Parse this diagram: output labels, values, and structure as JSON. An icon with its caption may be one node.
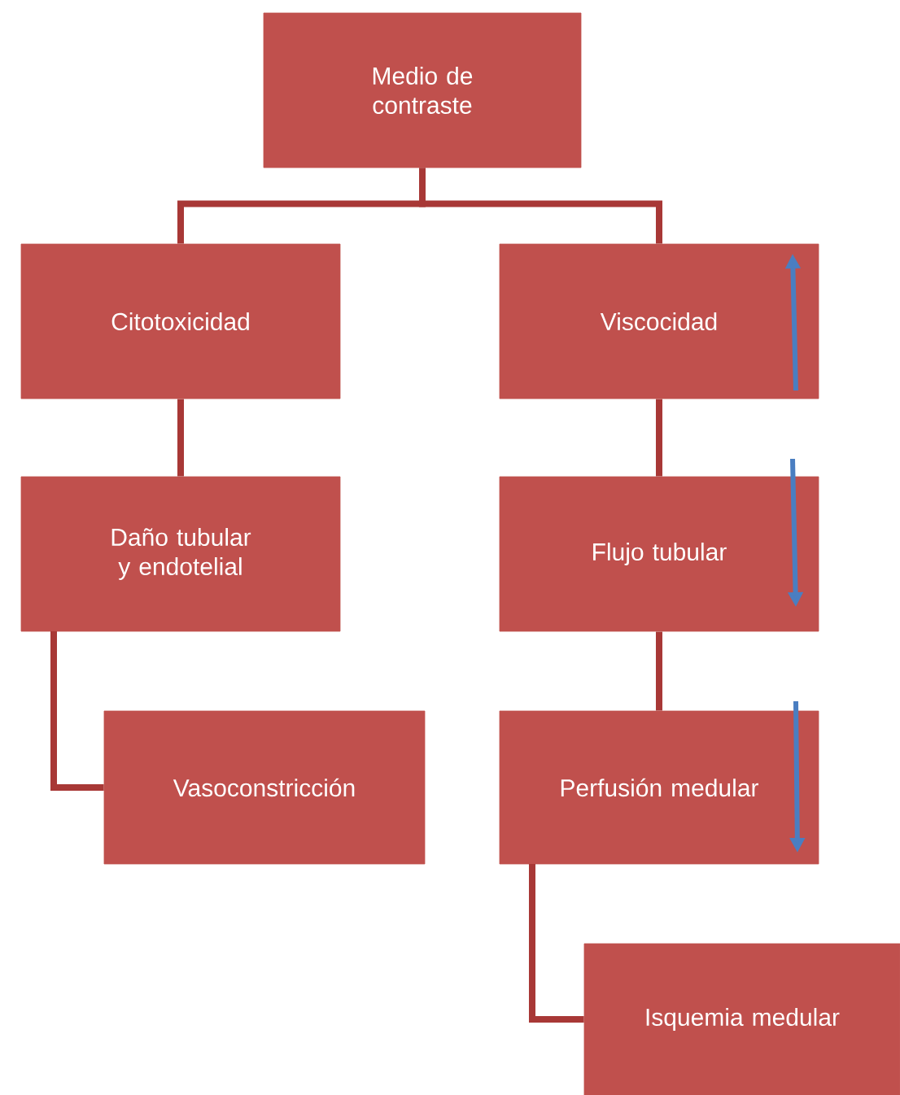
{
  "diagram": {
    "nodes": [
      {
        "text": [
          "Medio de contraste"
        ]
      },
      {
        "text": [
          "Citotoxicidad"
        ]
      },
      {
        "text": [
          "Viscocidad"
        ]
      },
      {
        "text": [
          "Daño tubular y endotelial"
        ]
      },
      {
        "text": [
          "Flujo tubular"
        ]
      },
      {
        "text": [
          "Vasoconstricción"
        ]
      },
      {
        "text": [
          "Perfusión medular"
        ]
      },
      {
        "text": [
          "Isquemia medular"
        ]
      }
    ],
    "edges": [
      {
        "from": 0,
        "to": 1,
        "arrow": "none"
      },
      {
        "from": 0,
        "to": 2,
        "arrow": "none"
      },
      {
        "from": 1,
        "to": 3,
        "arrow": "none"
      },
      {
        "from": 2,
        "to": 4,
        "arrow": "none"
      },
      {
        "from": 4,
        "to": 6,
        "arrow": "none"
      },
      {
        "from": 3,
        "to": 5,
        "arrow": "none"
      },
      {
        "from": 6,
        "to": 7,
        "arrow": "none"
      }
    ]
  }
}
